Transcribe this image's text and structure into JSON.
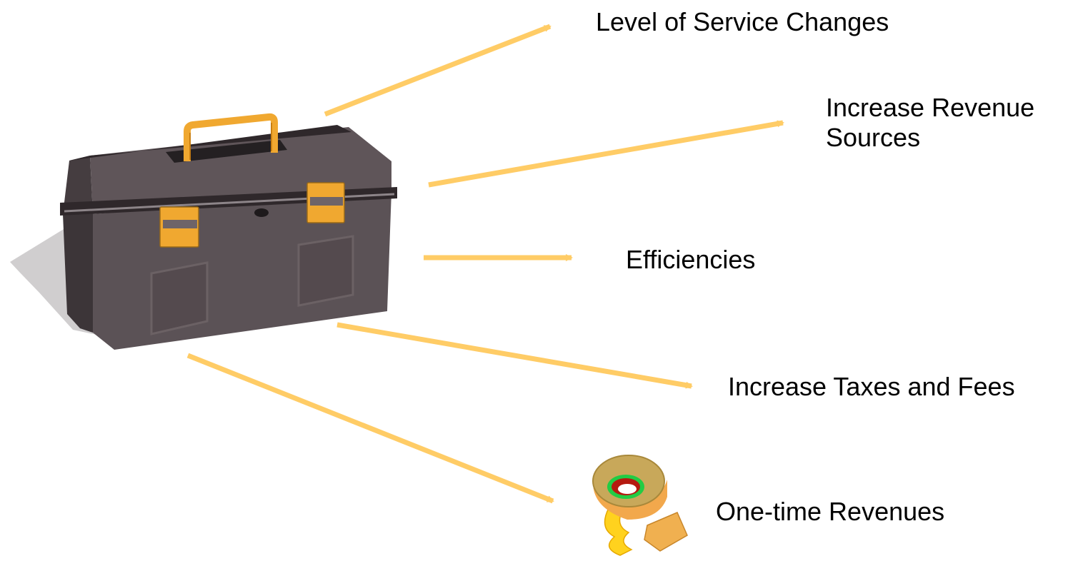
{
  "labels": {
    "level_of_service": "Level of Service Changes",
    "increase_revenue_line1": "Increase Revenue",
    "increase_revenue_line2": "Sources",
    "efficiencies": "Efficiencies",
    "increase_taxes": "Increase Taxes and Fees",
    "one_time_revenues": "One-time Revenues"
  },
  "icons": {
    "toolbox": "toolbox-icon",
    "tape": "tape-roll-icon"
  },
  "colors": {
    "arrow": "#FFCC66",
    "toolbox_body": "#5A5054",
    "toolbox_latch": "#F0A830",
    "tape_roll": "#C8A85A",
    "tape_strip": "#FFD21E",
    "tape_inner_ring": "#22CC44",
    "tape_core": "#B51A10"
  }
}
